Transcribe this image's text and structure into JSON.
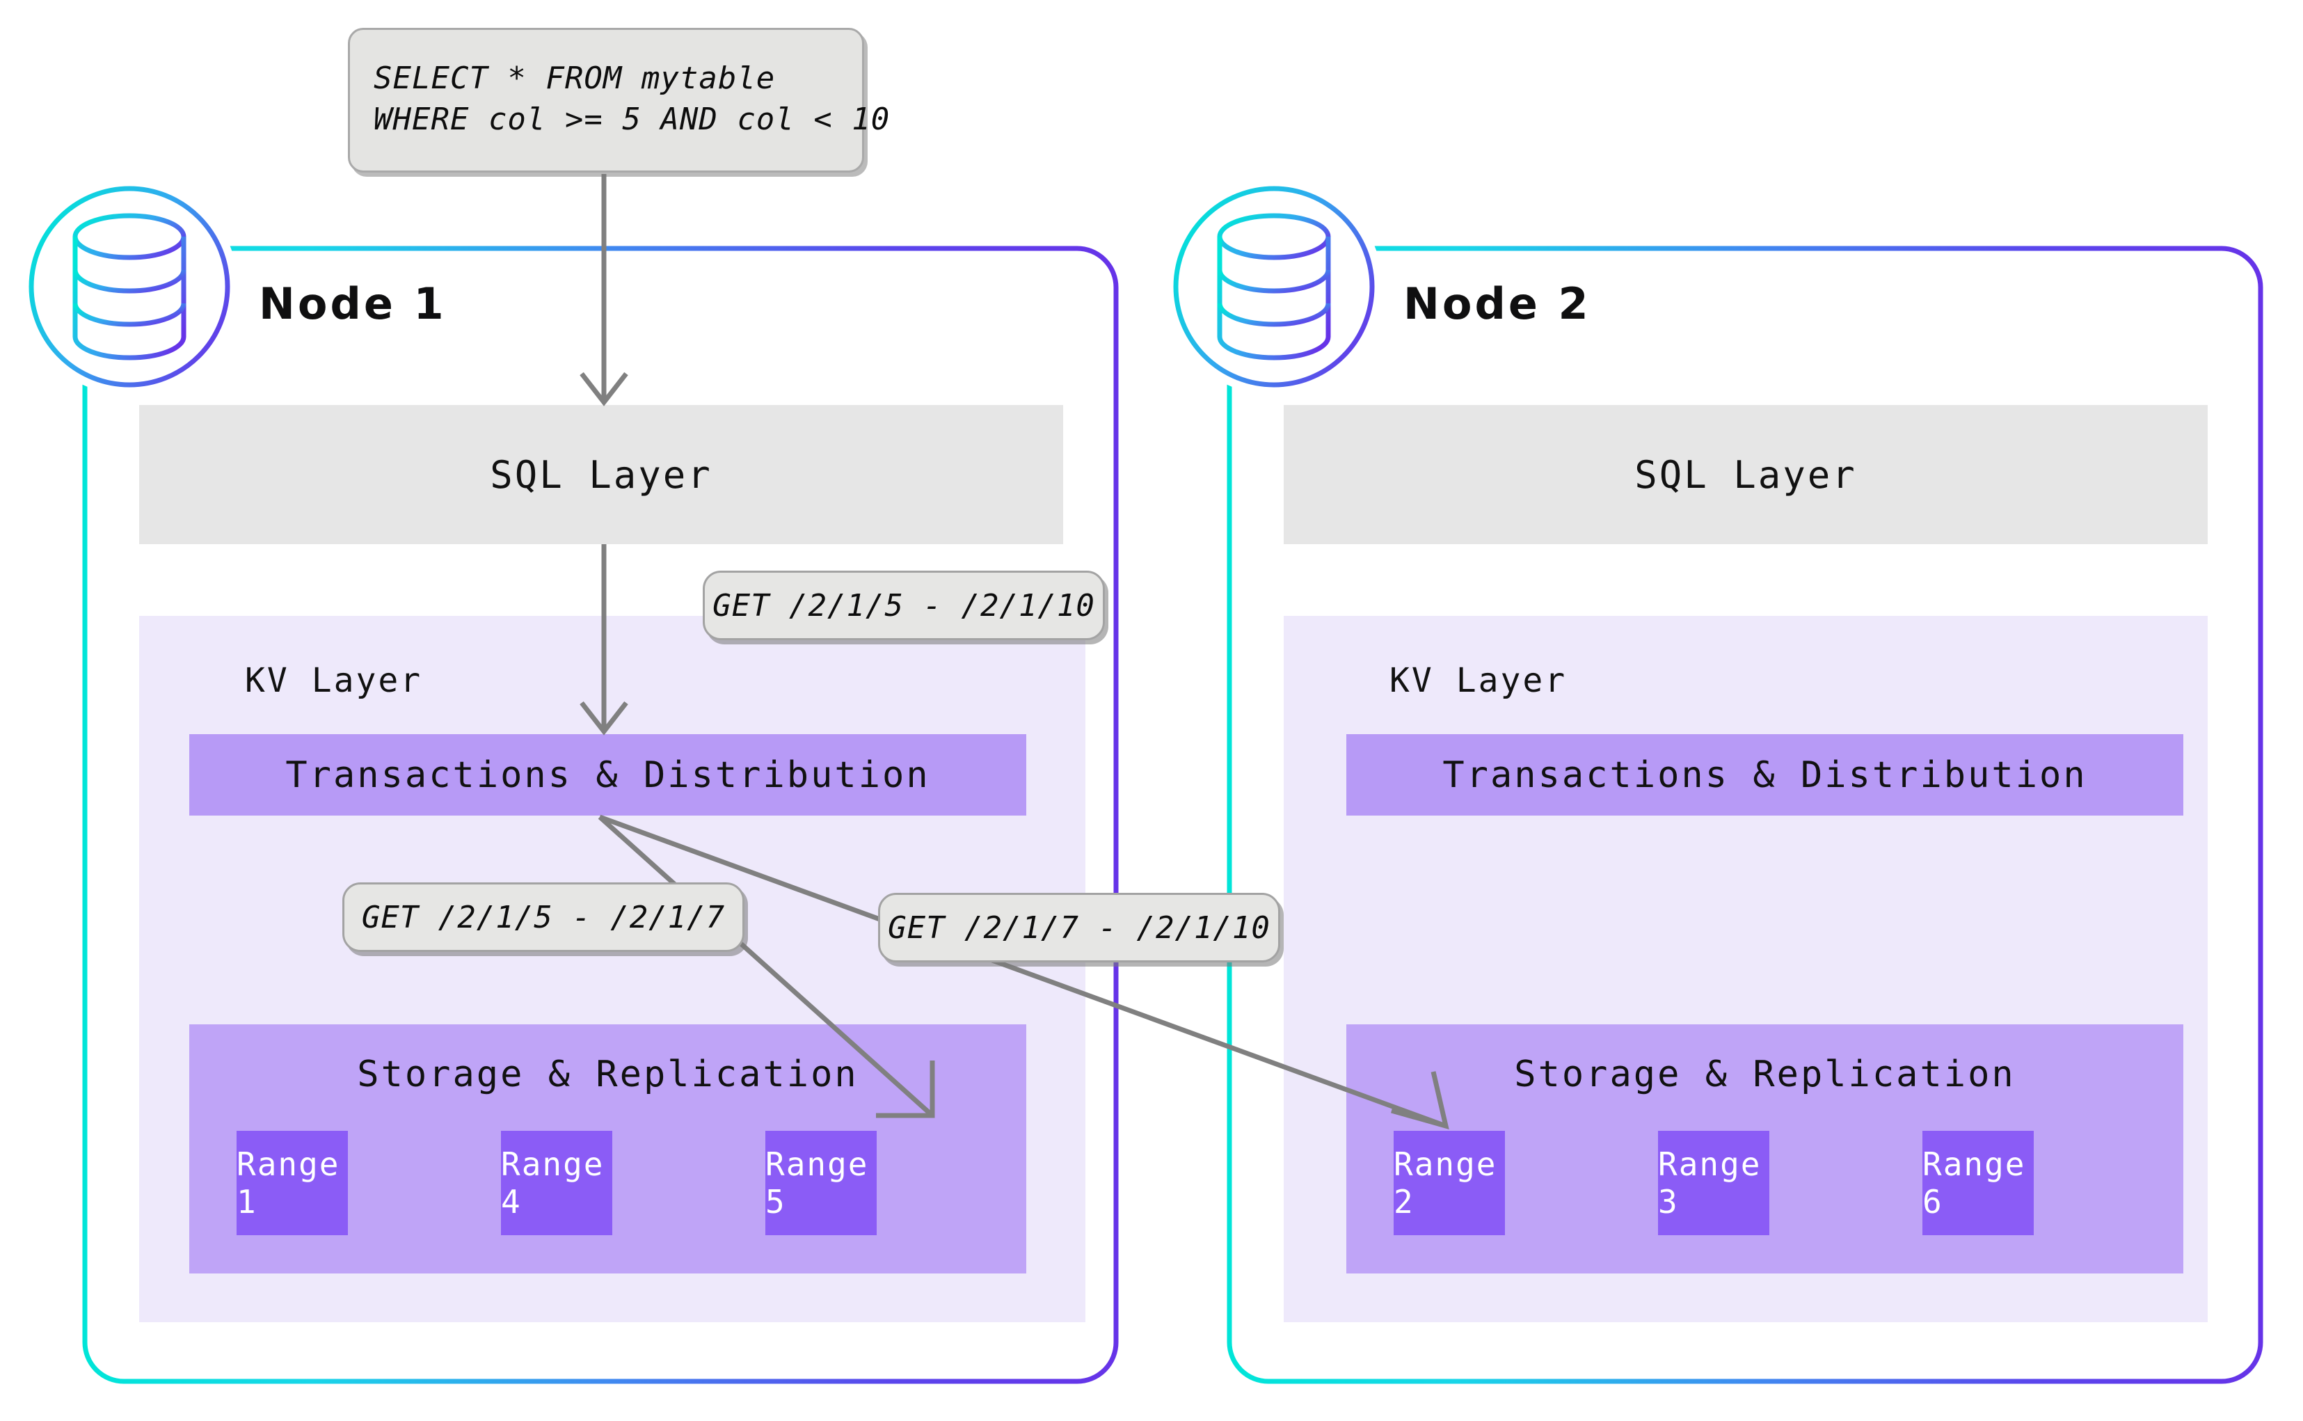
{
  "diagram": {
    "title": "Distributed SQL query routing across nodes",
    "colors": {
      "node_border_start": "#00e5d8",
      "node_border_end": "#6633e8",
      "sql_layer_bg": "#e6e6e6",
      "kv_panel_bg": "#eee9fb",
      "transactions_bg": "#b79af6",
      "storage_bg": "#bfa4f7",
      "range_bg": "#8b5cf6",
      "range_text": "#ffffff",
      "callout_bg": "#e6e6e4",
      "callout_border": "#a3a3a3",
      "arrow": "#808080",
      "text": "#111111"
    }
  },
  "query": {
    "line1": "SELECT * FROM mytable",
    "line2": "WHERE col >= 5 AND col < 10"
  },
  "callouts": {
    "kv_request": "GET /2/1/5 - /2/1/10",
    "range_local": "GET /2/1/5 - /2/1/7",
    "range_remote": "GET /2/1/7 - /2/1/10"
  },
  "nodes": [
    {
      "id": "node-1",
      "title": "Node 1",
      "sql_layer": "SQL Layer",
      "kv_layer": "KV Layer",
      "transactions": "Transactions & Distribution",
      "storage": "Storage & Replication",
      "ranges": [
        "Range 1",
        "Range 4",
        "Range 5"
      ]
    },
    {
      "id": "node-2",
      "title": "Node 2",
      "sql_layer": "SQL Layer",
      "kv_layer": "KV Layer",
      "transactions": "Transactions & Distribution",
      "storage": "Storage & Replication",
      "ranges": [
        "Range 2",
        "Range 3",
        "Range 6"
      ]
    }
  ],
  "icons": {
    "database": "database-cylinder-icon"
  }
}
